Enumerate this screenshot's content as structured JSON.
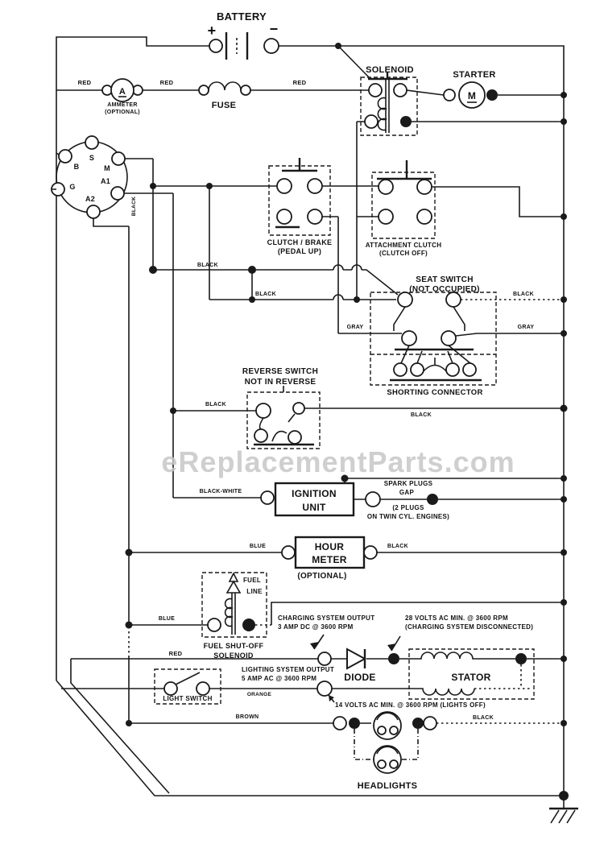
{
  "watermark": "eReplacementParts.com",
  "colors": {
    "line": "#1a1a1a",
    "watermark": "#c7c7c7",
    "background": "#ffffff"
  },
  "battery": {
    "label": "BATTERY",
    "plus": "+",
    "minus": "−"
  },
  "ammeter": {
    "symbol": "A",
    "line1": "AMMETER",
    "line2": "(OPTIONAL)"
  },
  "fuse": {
    "label": "FUSE"
  },
  "solenoid": {
    "label": "SOLENOID"
  },
  "starter": {
    "label": "STARTER",
    "symbol": "M"
  },
  "ignition_switch": {
    "terminals": {
      "b": "B",
      "s": "S",
      "m": "M",
      "g": "G",
      "a1": "A1",
      "a2": "A2"
    }
  },
  "clutch_brake": {
    "line1": "CLUTCH / BRAKE",
    "line2": "(PEDAL UP)"
  },
  "attachment_clutch": {
    "line1": "ATTACHMENT CLUTCH",
    "line2": "(CLUTCH OFF)"
  },
  "seat_switch": {
    "line1": "SEAT SWITCH",
    "line2": "(NOT OCCUPIED)",
    "connector": "SHORTING CONNECTOR"
  },
  "reverse_switch": {
    "line1": "REVERSE SWITCH",
    "line2": "NOT IN REVERSE"
  },
  "ignition_unit": {
    "line1": "IGNITION",
    "line2": "UNIT"
  },
  "spark_plugs": {
    "line1": "SPARK PLUGS",
    "line2": "GAP",
    "line3": "(2 PLUGS",
    "line4": "ON TWIN CYL. ENGINES)"
  },
  "hour_meter": {
    "line1": "HOUR",
    "line2": "METER",
    "sub": "(OPTIONAL)"
  },
  "fuel": {
    "line1": "FUEL",
    "line2": "LINE",
    "name1": "FUEL SHUT-OFF",
    "name2": "SOLENOID"
  },
  "charging_note": {
    "line1": "CHARGING SYSTEM OUTPUT",
    "line2": "3 AMP DC @ 3600 RPM"
  },
  "volts28_note": {
    "line1": "28 VOLTS AC MIN. @ 3600 RPM",
    "line2": "(CHARGING SYSTEM DISCONNECTED)"
  },
  "diode": {
    "label": "DIODE"
  },
  "stator": {
    "label": "STATOR"
  },
  "lighting_note": {
    "line1": "LIGHTING SYSTEM OUTPUT",
    "line2": "5 AMP AC @ 3600 RPM"
  },
  "light_switch": {
    "label": "LIGHT SWITCH"
  },
  "volts14_note": {
    "text": "14 VOLTS AC MIN. @ 3600 RPM (LIGHTS OFF)"
  },
  "headlights": {
    "label": "HEADLIGHTS"
  },
  "wire_labels": {
    "red_a": "RED",
    "red_b": "RED",
    "red_c": "RED",
    "red_bottom": "RED",
    "black_vertical": "BLACK",
    "black_335": "BLACK",
    "black_372": "BLACK",
    "black_seat_right": "BLACK",
    "gray_left": "GRAY",
    "gray_right": "GRAY",
    "black_rev_left": "BLACK",
    "black_rev_right": "BLACK",
    "black_white": "BLACK-WHITE",
    "blue_hour": "BLUE",
    "black_hour": "BLACK",
    "blue_fuel": "BLUE",
    "orange": "ORANGE",
    "brown": "BROWN",
    "black_headlights": "BLACK"
  }
}
